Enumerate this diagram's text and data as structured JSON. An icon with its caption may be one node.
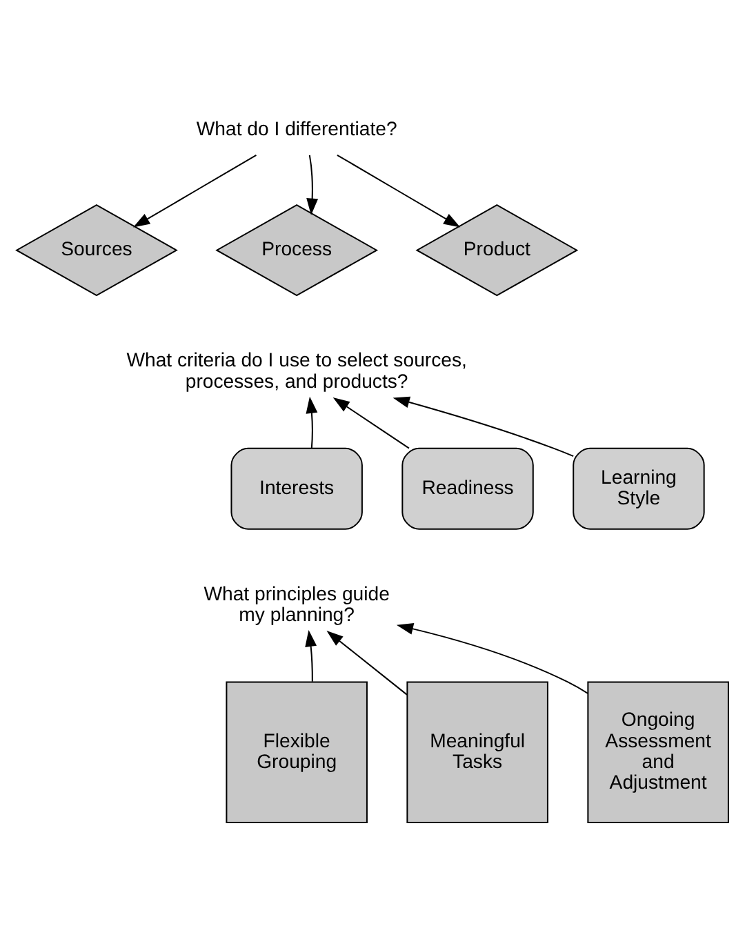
{
  "diagram": {
    "nodes": [
      {
        "text": [
          "What do I differentiate?"
        ]
      },
      {
        "text": [
          "Sources"
        ]
      },
      {
        "text": [
          "Process"
        ]
      },
      {
        "text": [
          "Product"
        ]
      },
      {
        "text": [
          "What criteria do I use to select sources, processes, and products?"
        ]
      },
      {
        "text": [
          "Readiness"
        ]
      },
      {
        "text": [
          "Interests"
        ]
      },
      {
        "text": [
          "Learning Style"
        ]
      },
      {
        "text": [
          "What principles guide my planning?"
        ]
      },
      {
        "text": [
          "Meaningful Tasks"
        ]
      },
      {
        "text": [
          "Flexible Grouping"
        ]
      },
      {
        "text": [
          "Ongoing Assessment and Adjustment"
        ]
      }
    ],
    "edges": [
      {
        "from": 0,
        "to": 1,
        "arrow": "to"
      },
      {
        "from": 0,
        "to": 2,
        "arrow": "to"
      },
      {
        "from": 0,
        "to": 3,
        "arrow": "to"
      },
      {
        "from": 5,
        "to": 4,
        "arrow": "to"
      },
      {
        "from": 6,
        "to": 4,
        "arrow": "to"
      },
      {
        "from": 7,
        "to": 4,
        "arrow": "to"
      },
      {
        "from": 9,
        "to": 8,
        "arrow": "to"
      },
      {
        "from": 10,
        "to": 8,
        "arrow": "to"
      },
      {
        "from": 11,
        "to": 8,
        "arrow": "to"
      }
    ]
  }
}
